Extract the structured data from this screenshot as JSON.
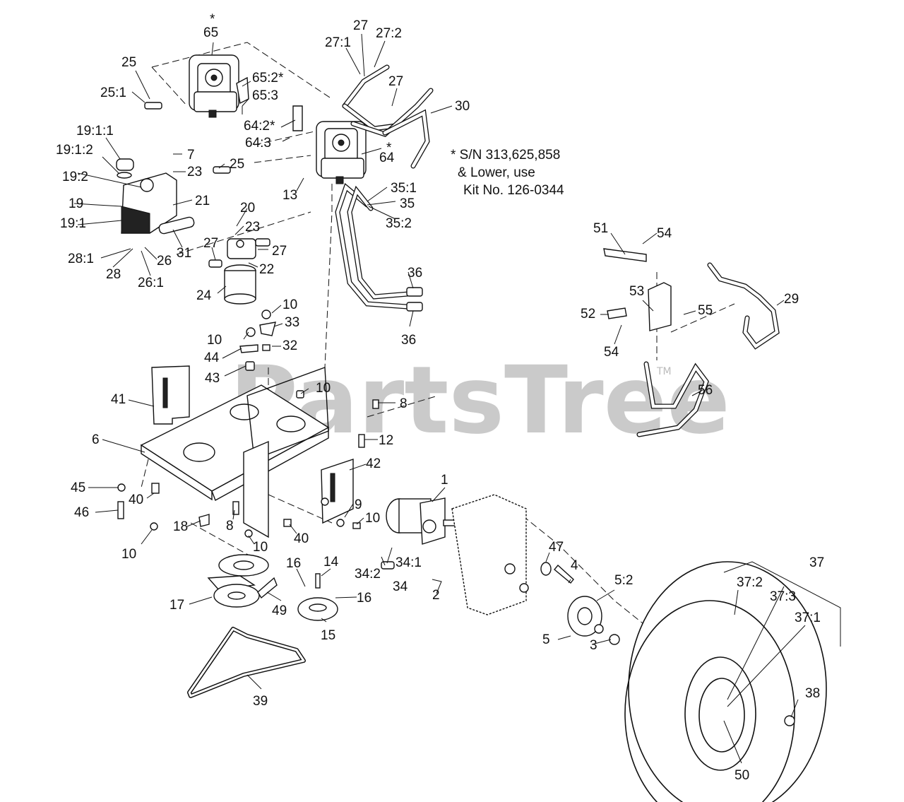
{
  "watermark": {
    "text": "PartsTree",
    "tm": "TM"
  },
  "note": {
    "line1": "* S/N 313,625,858",
    "line2": "& Lower, use",
    "line3": "Kit No. 126-0344"
  },
  "callouts": {
    "c65": "65",
    "c65star": "*",
    "c27a": "27",
    "c27_1": "27:1",
    "c27_2": "27:2",
    "c25a": "25",
    "c25_1": "25:1",
    "c65_2": "65:2*",
    "c65_3": "65:3",
    "c27b": "27",
    "c30": "30",
    "c64_2": "64:2*",
    "c64_3": "64:3",
    "c64": "64",
    "c64star": "*",
    "c19_1_1": "19:1:1",
    "c19_1_2": "19:1:2",
    "c7": "7",
    "c23a": "23",
    "c25b": "25",
    "c19_2": "19:2",
    "c19": "19",
    "c19_1": "19:1",
    "c21": "21",
    "c13": "13",
    "c35_1": "35:1",
    "c35": "35",
    "c35_2": "35:2",
    "c20": "20",
    "c23b": "23",
    "c27c": "27",
    "c27d": "27",
    "c28_1": "28:1",
    "c28": "28",
    "c26": "26",
    "c26_1": "26:1",
    "c31": "31",
    "c22": "22",
    "c24": "24",
    "c36a": "36",
    "c36b": "36",
    "c51": "51",
    "c54a": "54",
    "c53": "53",
    "c52": "52",
    "c55": "55",
    "c54b": "54",
    "c29": "29",
    "c56": "56",
    "c10a": "10",
    "c33": "33",
    "c10b": "10",
    "c32": "32",
    "c44": "44",
    "c43": "43",
    "c41": "41",
    "c10c": "10",
    "c8a": "8",
    "c12": "12",
    "c6": "6",
    "c42": "42",
    "c45": "45",
    "c40a": "40",
    "c46": "46",
    "c9": "9",
    "c10d": "10",
    "c18": "18",
    "c8b": "8",
    "c10e": "10",
    "c40b": "40",
    "c10f": "10",
    "c1": "1",
    "c16a": "16",
    "c14": "14",
    "c34_1": "34:1",
    "c34_2": "34:2",
    "c34": "34",
    "c47": "47",
    "c4": "4",
    "c2": "2",
    "c5_2": "5:2",
    "c17": "17",
    "c49": "49",
    "c16b": "16",
    "c15": "15",
    "c5": "5",
    "c3": "3",
    "c37": "37",
    "c37_2": "37:2",
    "c37_3": "37:3",
    "c37_1": "37:1",
    "c39": "39",
    "c38": "38",
    "c50": "50"
  }
}
